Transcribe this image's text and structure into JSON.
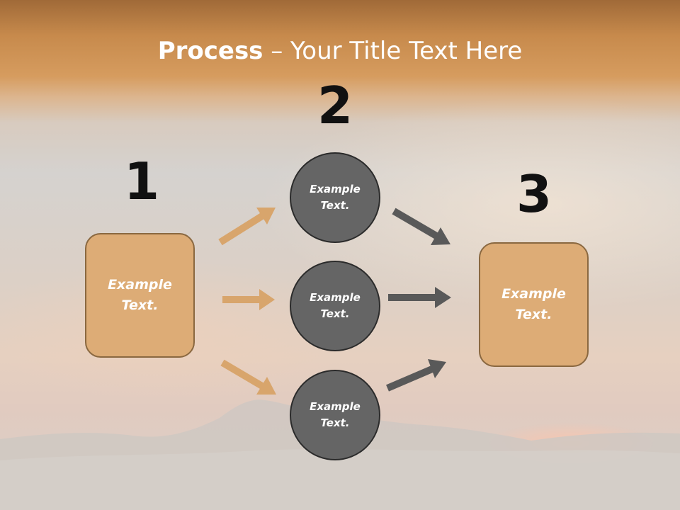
{
  "title": {
    "strong": "Process",
    "rest": " – Your Title Text Here"
  },
  "steps": [
    "1",
    "2",
    "3"
  ],
  "nodes": {
    "left": "Example Text.",
    "circle_top": "Example Text.",
    "circle_middle": "Example Text.",
    "circle_bottom": "Example Text.",
    "right": "Example Text."
  },
  "colors": {
    "box_fill": "#ddac76",
    "circle_fill": "#656565",
    "arrow_light": "#d8a56c",
    "arrow_dark": "#595959"
  }
}
